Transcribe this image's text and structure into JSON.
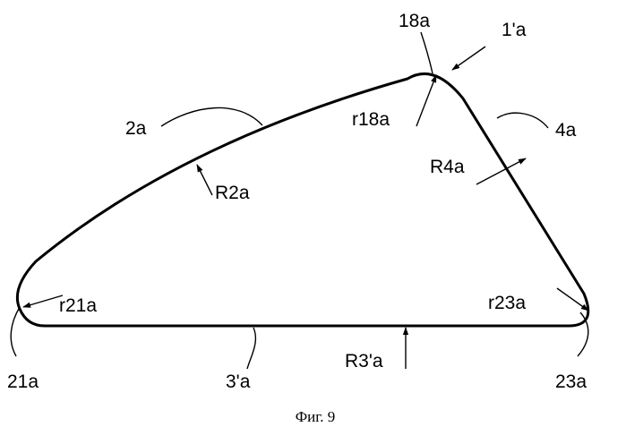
{
  "labels": {
    "ref_1a": "1'a",
    "ref_18a": "18a",
    "ref_r18a": "r18a",
    "ref_2a": "2a",
    "ref_4a": "4a",
    "ref_R2a": "R2a",
    "ref_R4a": "R4a",
    "ref_r21a": "r21a",
    "ref_r23a": "r23a",
    "ref_21a": "21a",
    "ref_3a": "3'a",
    "ref_R3a": "R3'a",
    "ref_23a": "23a"
  },
  "caption": "Фиг. 9"
}
